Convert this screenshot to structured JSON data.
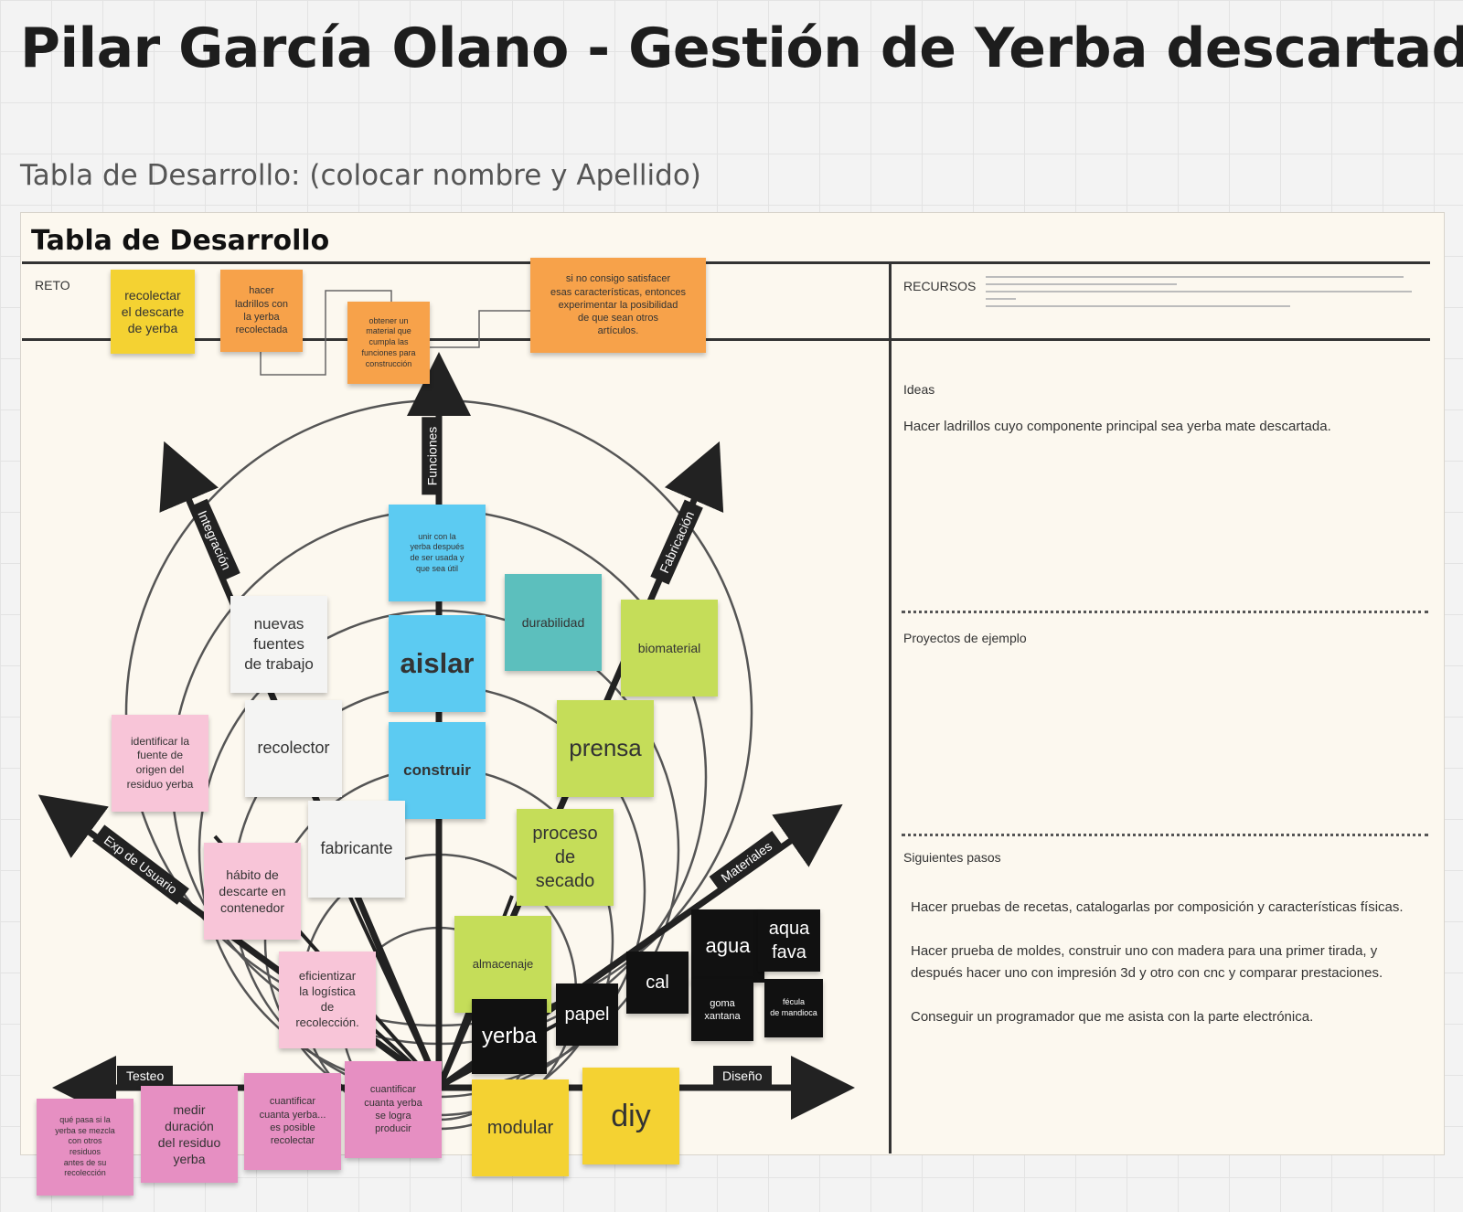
{
  "page": {
    "title": "Pilar García Olano - Gestión de Yerba descartada",
    "subtitle": "Tabla de Desarrollo: (colocar nombre y Apellido)"
  },
  "board": {
    "title": "Tabla de Desarrollo",
    "reto_label": "RETO",
    "recursos_label": "RECURSOS",
    "ideas_label": "Ideas",
    "ideas_text": "Hacer ladrillos cuyo componente principal sea yerba mate descartada.",
    "proyectos_label": "Proyectos de ejemplo",
    "siguientes_label": "Siguientes pasos",
    "siguientes_text": "Hacer pruebas de recetas, catalogarlas por composición y características físicas.\n\nHacer prueba de moldes, construir uno con madera para una primer tirada, y después hacer uno con impresión 3d y otro con cnc y comparar prestaciones.\n\nConseguir un programador que me asista con la parte electrónica."
  },
  "axes": {
    "funciones": "Funciones",
    "integracion": "Integración",
    "fabricacion": "Fabricación",
    "exp_usuario": "Exp de Usuario",
    "materiales": "Materiales",
    "testeo": "Testeo",
    "diseno": "Diseño"
  },
  "notes": {
    "recolectar": "recolectar\nel descarte\nde yerba",
    "hacer_ladrillos": "hacer\nladrillos con\nla yerba\nrecolectada",
    "obtener_material": "obtener un\nmaterial que\ncumpla las\nfunciones para\nconstrucción",
    "si_no_consigo": "si no consigo satisfacer\nesas características, entonces\nexperimentar la posibilidad\nde que sean otros\nartículos.",
    "unir_yerba": "unir con la\nyerba después\nde ser usada y\nque sea útil",
    "aislar": "aislar",
    "construir": "construir",
    "durabilidad": "durabilidad",
    "biomaterial": "biomaterial",
    "prensa": "prensa",
    "proceso_secado": "proceso\nde\nsecado",
    "almacenaje": "almacenaje",
    "nuevas_fuentes": "nuevas\nfuentes\nde trabajo",
    "recolector": "recolector",
    "fabricante": "fabricante",
    "identificar_fuente": "identificar la\nfuente de\norigen del\nresiduo yerba",
    "habito_descarte": "hábito de\ndescarte en\ncontenedor",
    "eficientizar": "eficientizar\nla logística\nde\nrecolección.",
    "agua": "agua",
    "aqua_fava": "aqua\nfava",
    "cal": "cal",
    "papel": "papel",
    "yerba": "yerba",
    "goma_xantana": "goma\nxantana",
    "fecula": "fécula\nde mandioca",
    "modular": "modular",
    "diy": "diy",
    "cuantificar_producir": "cuantificar\ncuanta yerba\nse logra\nproducir",
    "cuantificar_recolectar": "cuantificar\ncuanta yerba...\nes posible\nrecolectar",
    "medir_duracion": "medir\nduración\ndel residuo\nyerba",
    "que_pasa": "qué pasa si la\nyerba se mezcla\ncon otros\nresiduos\nantes de su\nrecolección"
  }
}
